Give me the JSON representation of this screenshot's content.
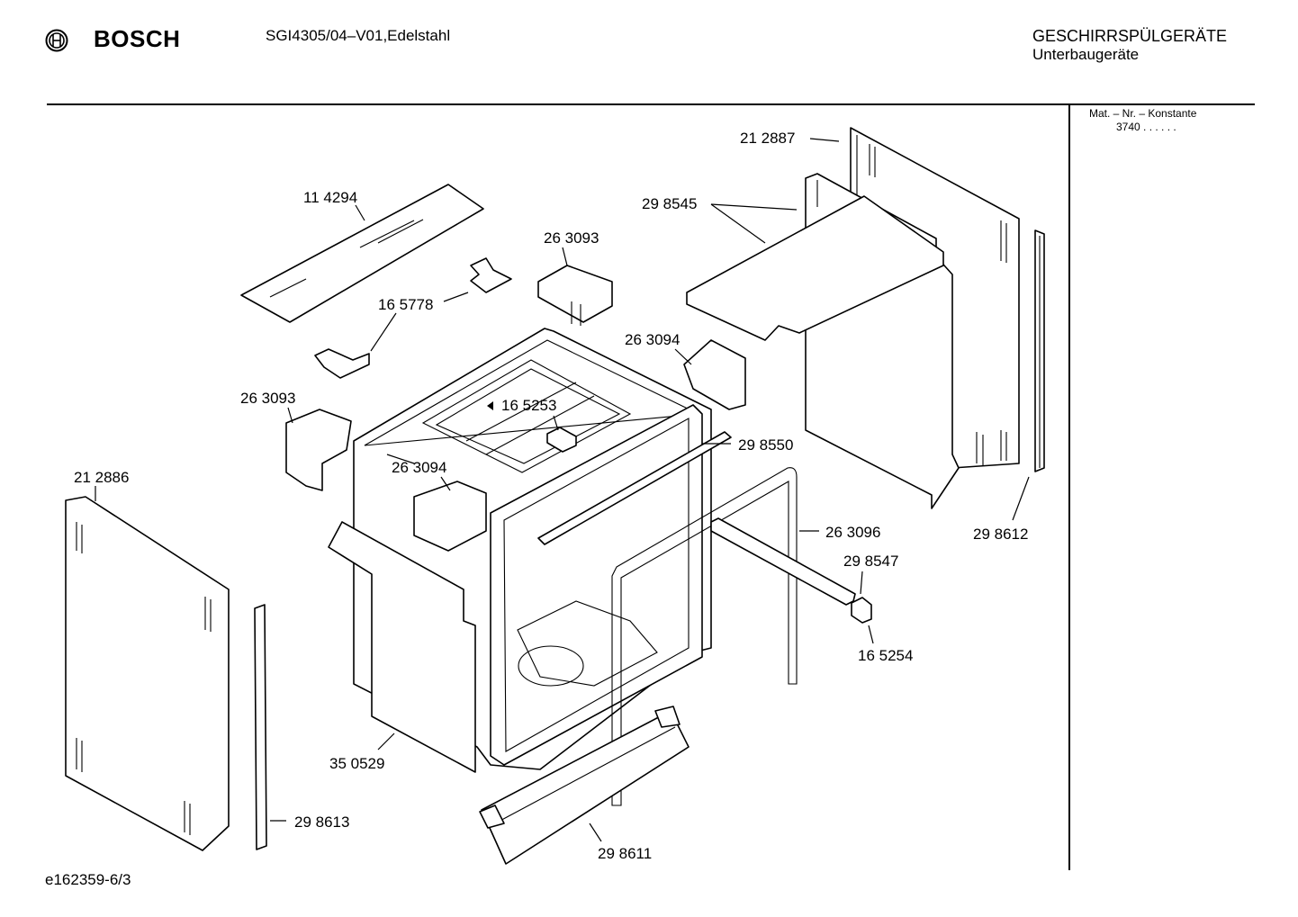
{
  "header": {
    "brand": "BOSCH",
    "brand_icon": "bosch-armature-logo-icon",
    "model": "SGI4305/04–V01,Edelstahl",
    "category": "GESCHIRRSPÜLGERÄTE",
    "subcategory": "Unterbaugeräte"
  },
  "material_box": {
    "label": "Mat. – Nr. – Konstante",
    "value": "3740  .  .  .  .  .  ."
  },
  "parts": [
    {
      "id": "p1",
      "number": "21 2887"
    },
    {
      "id": "p2",
      "number": "11 4294"
    },
    {
      "id": "p3",
      "number": "29 8545"
    },
    {
      "id": "p4",
      "number": "26 3093"
    },
    {
      "id": "p5",
      "number": "16 5778"
    },
    {
      "id": "p6",
      "number": "26 3094"
    },
    {
      "id": "p7",
      "number": "26 3093"
    },
    {
      "id": "p8",
      "number": "16 5253"
    },
    {
      "id": "p9",
      "number": "29 8550"
    },
    {
      "id": "p10",
      "number": "26 3094"
    },
    {
      "id": "p11",
      "number": "21 2886"
    },
    {
      "id": "p12",
      "number": "26 3096"
    },
    {
      "id": "p13",
      "number": "29 8612"
    },
    {
      "id": "p14",
      "number": "29 8547"
    },
    {
      "id": "p15",
      "number": "16 5254"
    },
    {
      "id": "p16",
      "number": "35 0529"
    },
    {
      "id": "p17",
      "number": "29 8613"
    },
    {
      "id": "p18",
      "number": "29 8611"
    }
  ],
  "footer": {
    "doc_id": "e162359-6/3"
  }
}
